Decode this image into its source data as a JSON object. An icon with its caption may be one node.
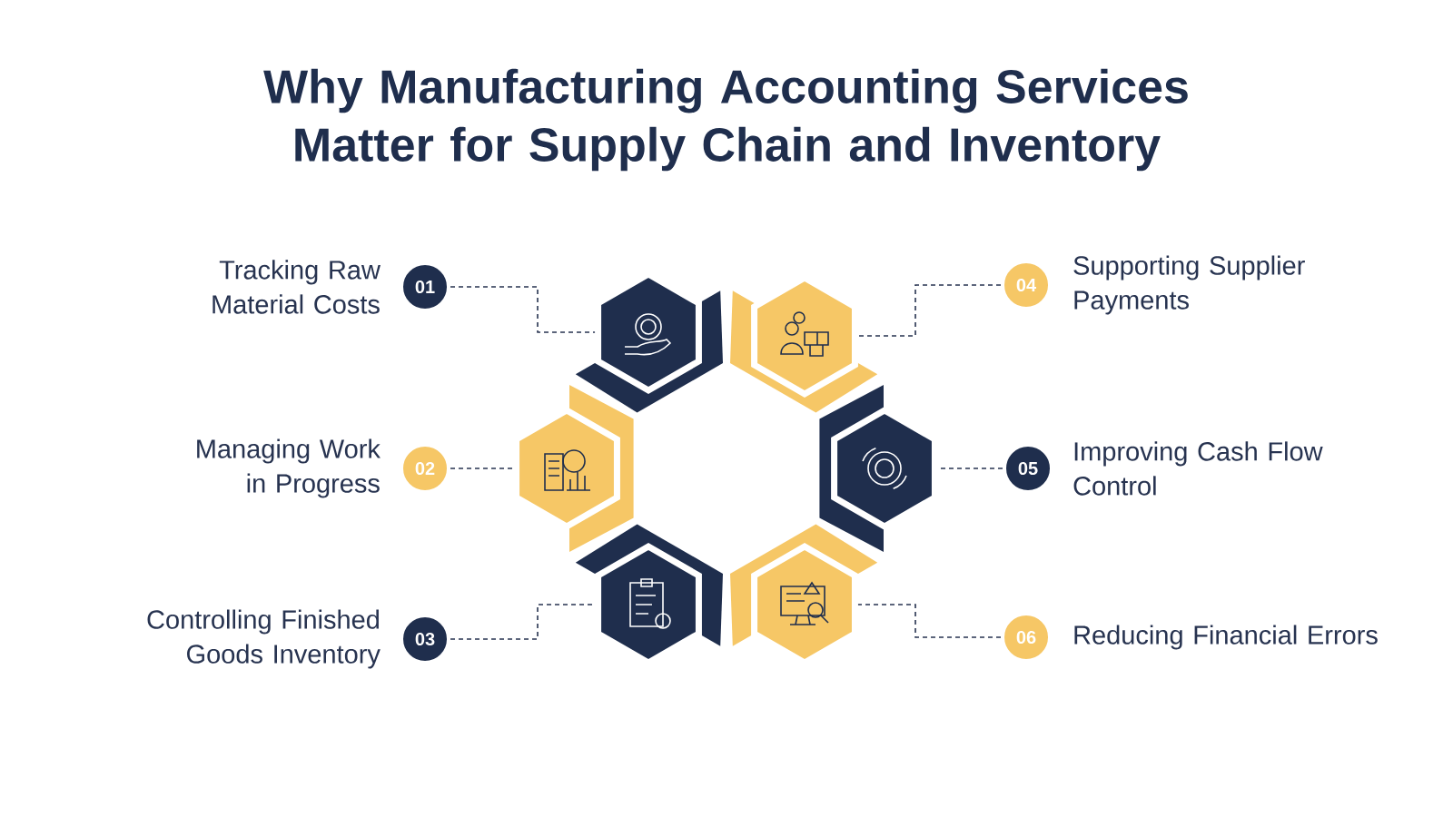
{
  "diagram": {
    "title": "Why Manufacturing Accounting Services Matter for Supply Chain and Inventory",
    "nodes": [
      {
        "text": [
          "01"
        ],
        "beside": [
          "Tracking Raw Material Costs"
        ]
      },
      {
        "text": [
          "02"
        ],
        "beside": [
          "Managing Work in Progress"
        ]
      },
      {
        "text": [
          "03"
        ],
        "beside": [
          "Controlling Finished Goods Inventory"
        ]
      },
      {
        "text": [
          "04"
        ],
        "beside": [
          "Supporting Supplier Payments"
        ]
      },
      {
        "text": [
          "05"
        ],
        "beside": [
          "Improving Cash Flow Control"
        ]
      },
      {
        "text": [
          "06"
        ],
        "beside": [
          "Reducing Financial Errors"
        ]
      },
      {
        "text": [],
        "shape": "hexagon"
      },
      {
        "text": [],
        "shape": "hexagon"
      },
      {
        "text": [],
        "shape": "hexagon"
      },
      {
        "text": [],
        "shape": "hexagon"
      },
      {
        "text": [],
        "shape": "hexagon"
      },
      {
        "text": [],
        "shape": "hexagon"
      }
    ],
    "edges": [
      {
        "from": 0,
        "to": 6,
        "arrow": "none",
        "style": "dashed"
      },
      {
        "from": 1,
        "to": 7,
        "arrow": "none",
        "style": "dashed"
      },
      {
        "from": 2,
        "to": 8,
        "arrow": "none",
        "style": "dashed"
      },
      {
        "from": 3,
        "to": 9,
        "arrow": "none",
        "style": "dashed"
      },
      {
        "from": 4,
        "to": 10,
        "arrow": "none",
        "style": "dashed"
      },
      {
        "from": 5,
        "to": 11,
        "arrow": "none",
        "style": "dashed"
      }
    ]
  }
}
